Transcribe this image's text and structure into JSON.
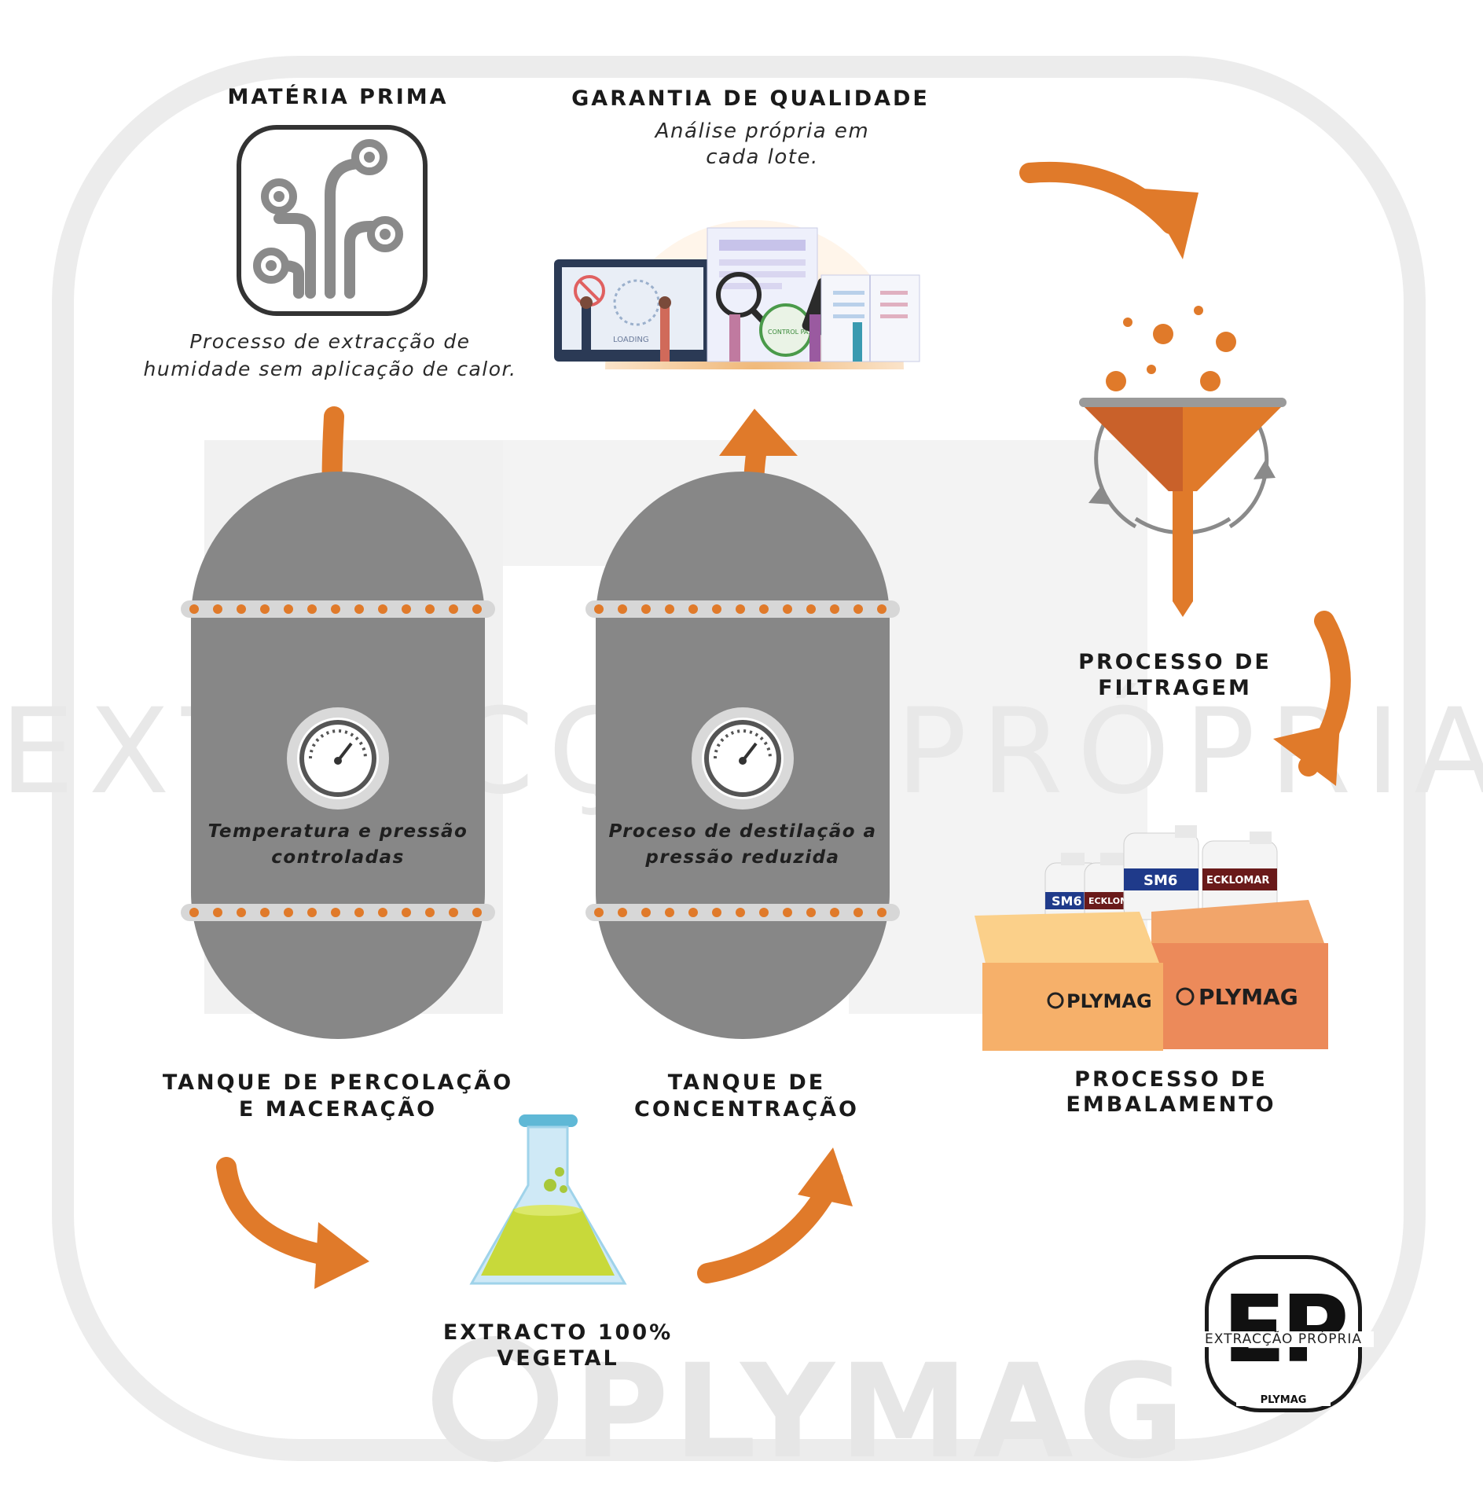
{
  "watermark": {
    "center_text": "EXTRACÇÃO PRÓPRIA",
    "brand_text": "PLYMAG"
  },
  "colors": {
    "accent": "#e07a2a",
    "tank": "#878787",
    "heading": "#1a1a1a",
    "watermark": "#e8e8e8"
  },
  "steps": {
    "materia_prima": {
      "title": "MATÉRIA PRIMA",
      "description_line1": "Processo de extracção de",
      "description_line2": "humidade sem aplicação de calor."
    },
    "garantia": {
      "title": "GARANTIA DE QUALIDADE",
      "description_line1": "Análise própria em",
      "description_line2": "cada lote."
    },
    "tank1": {
      "inner_line1": "Temperatura e pressão",
      "inner_line2": "controladas",
      "title_line1": "TANQUE DE PERCOLAÇÃO",
      "title_line2": "E MACERAÇÃO"
    },
    "tank2": {
      "inner_line1": "Proceso de destilação a",
      "inner_line2": "pressão reduzida",
      "title_line1": "TANQUE DE",
      "title_line2": "CONCENTRAÇÃO"
    },
    "filtragem": {
      "title_line1": "PROCESSO DE",
      "title_line2": "FILTRAGEM"
    },
    "embalamento": {
      "title_line1": "PROCESSO DE",
      "title_line2": "EMBALAMENTO"
    },
    "extracto": {
      "title_line1": "EXTRACTO 100%",
      "title_line2": "VEGETAL"
    }
  },
  "illustration": {
    "loading_label": "LOADING",
    "stamp_label": "CONTROL PASSED"
  },
  "products": {
    "bottle_labels": [
      "SM6",
      "ECKLOMAR",
      "SM6",
      "ECKLOMAR"
    ],
    "box_brand": "PLYMAG"
  },
  "logo": {
    "letters": "EP",
    "caption": "EXTRACÇÃO PRÓPRIA",
    "brand": "PLYMAG"
  }
}
